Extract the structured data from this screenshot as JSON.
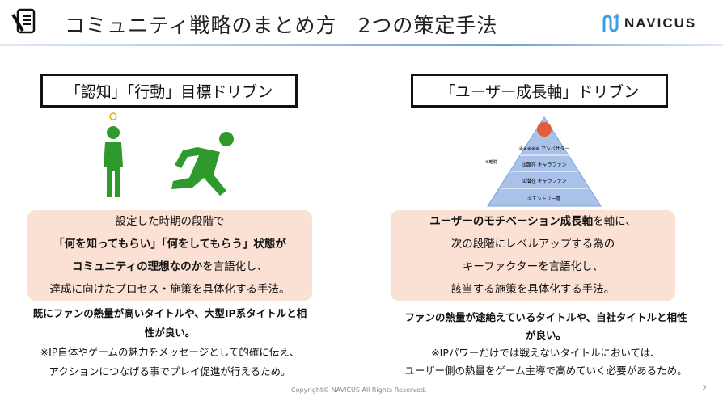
{
  "header": {
    "title": "コミュニティ戦略のまとめ方　2つの策定手法",
    "logo_text": "NAVICUS",
    "icon": "document-pen-icon"
  },
  "left": {
    "heading": "「認知」「行動」目標ドリブン",
    "summary": [
      "設定した時期の段階で",
      "「何を知ってもらい」「何をしてもらう」状態が",
      "コミュニティの理想なのか",
      "を言語化し、",
      "達成に向けたプロセス・施策を具体化する手法。"
    ],
    "note_bold": [
      "既にファンの熱量が高いタイトルや、大型IP系タイトルと相",
      "性が良い。"
    ],
    "note": [
      "※IP自体やゲームの魅力をメッセージとして的確に伝え、",
      "アクションにつなげる事でプレイ促進が行えるため。"
    ]
  },
  "right": {
    "heading": "「ユーザー成長軸」ドリブン",
    "pyramid": {
      "levels": [
        "④※※※※ アンバサダー",
        "③顕在 キャラファン",
        "②潜在 キャラファン",
        "①エントリー層"
      ],
      "side_label": "⑤離脱"
    },
    "summary": [
      "ユーザーのモチベーション成長軸",
      "を軸に、",
      "次の段階にレベルアップする為の",
      "キーファクターを言語化し、",
      "該当する施策を具体化する手法。"
    ],
    "note_bold": [
      "ファンの熱量が途絶えているタイトルや、自社タイトルと相性",
      "が良い。"
    ],
    "note": [
      "※IPパワーだけでは戦えないタイトルにおいては、",
      "ユーザー側の熱量をゲーム主導で高めていく必要があるため。"
    ]
  },
  "footer": {
    "copyright": "Copyright© NAVICUS All Rights Reserved.",
    "page": "2"
  },
  "colors": {
    "peach": "#fbe1d3",
    "green": "#2e9a2e",
    "accent": "#6fa0d8"
  }
}
